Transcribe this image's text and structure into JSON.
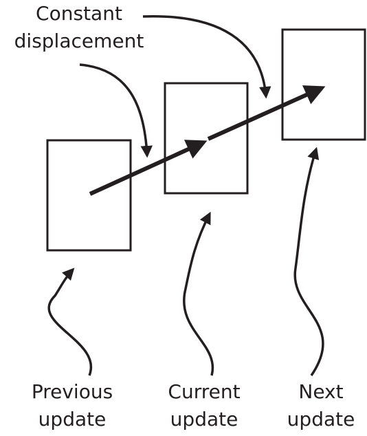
{
  "labels": {
    "constant_displacement": [
      "Constant",
      "displacement"
    ],
    "previous_update": [
      "Previous",
      "update"
    ],
    "current_update": [
      "Current",
      "update"
    ],
    "next_update": [
      "Next",
      "update"
    ]
  },
  "colors": {
    "ink": "#231f20",
    "background": "#ffffff"
  }
}
